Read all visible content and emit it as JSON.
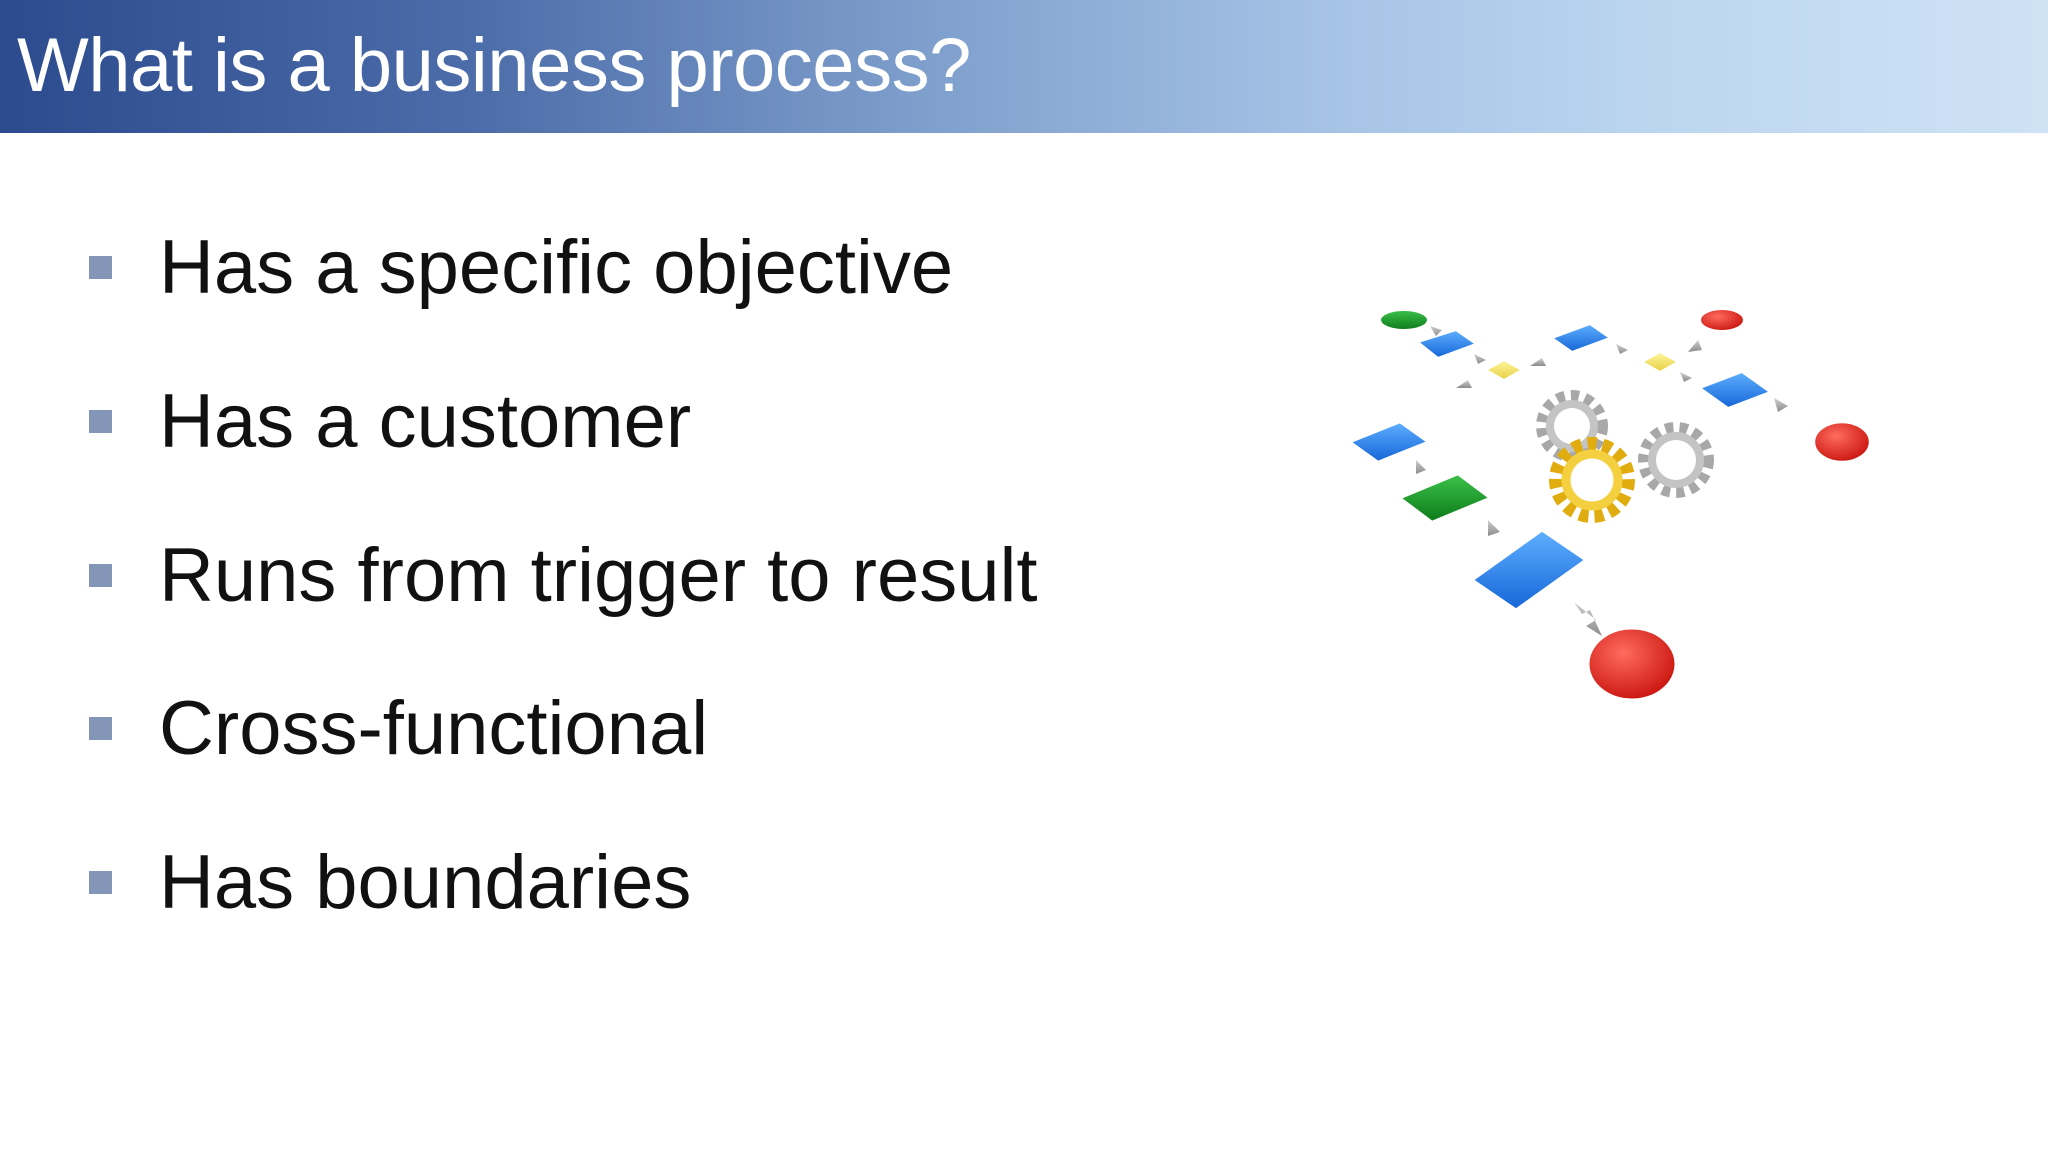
{
  "slide": {
    "title": "What is a business process?",
    "bullets": [
      "Has a specific objective",
      "Has a customer",
      "Runs from trigger to result",
      "Cross-functional",
      "Has boundaries"
    ]
  },
  "colors": {
    "title_gradient_start": "#2c4b8e",
    "title_gradient_end": "#cfe2f4",
    "bullet_marker": "#8496b8",
    "body_text": "#111111",
    "flow_blue": "#1f7be0",
    "flow_green": "#1a9a2a",
    "flow_red": "#e0241c",
    "flow_yellow": "#f2e05a",
    "gear_gold": "#e8b820",
    "gear_gray": "#a8a8a8"
  },
  "illustration": {
    "name": "business-process-flowchart-with-gears"
  }
}
